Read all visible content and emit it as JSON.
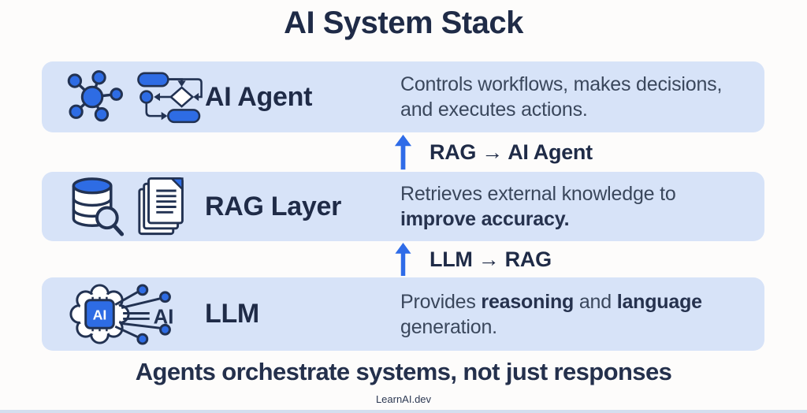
{
  "title": "AI System Stack",
  "layers": [
    {
      "name": "AI Agent",
      "icons": [
        "network-graph",
        "flowchart"
      ],
      "description": [
        {
          "text": "Controls workflows, makes decisions, and executes actions.",
          "bold": false
        }
      ]
    },
    {
      "name": "RAG Layer",
      "icons": [
        "database-search",
        "documents"
      ],
      "description": [
        {
          "text": "Retrieves external knowledge to ",
          "bold": false
        },
        {
          "text": "improve accuracy.",
          "bold": true
        }
      ]
    },
    {
      "name": "LLM",
      "icons": [
        "brain-ai-chip"
      ],
      "description": [
        {
          "text": "Provides ",
          "bold": false
        },
        {
          "text": "reasoning",
          "bold": true
        },
        {
          "text": " and ",
          "bold": false
        },
        {
          "text": "language",
          "bold": true
        },
        {
          "text": " generation.",
          "bold": false
        }
      ]
    }
  ],
  "connectors": [
    {
      "label": "RAG → AI Agent"
    },
    {
      "label": "LLM → RAG"
    }
  ],
  "tagline": "Agents orchestrate systems, not just responses",
  "footer": "LearnAI.dev",
  "colors": {
    "navy": "#1f2b47",
    "text": "#3a475c",
    "blue": "#2e6ce4",
    "arrow": "#2f6ce8",
    "row_bg": "#d7e3f8",
    "page_bg": "#fdfcfb"
  }
}
